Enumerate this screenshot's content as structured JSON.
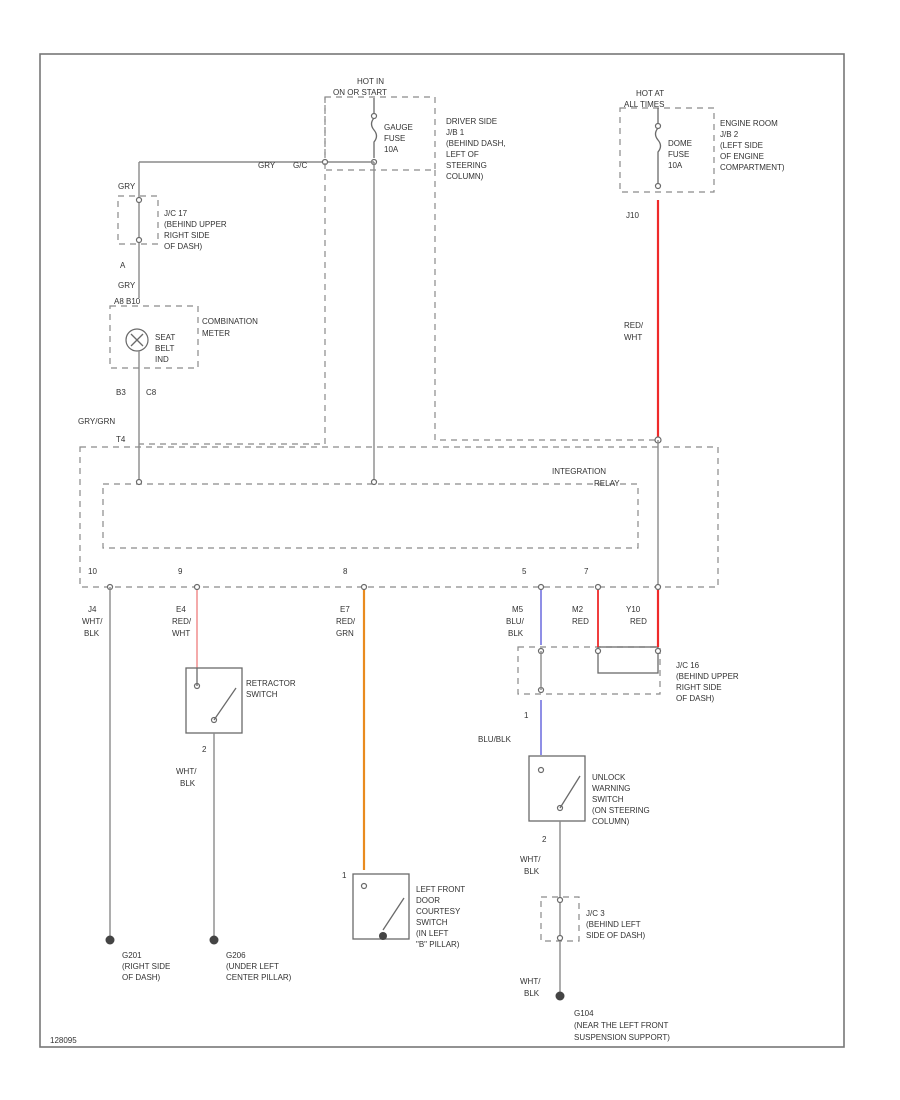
{
  "colors": {
    "wire_gray": "#8a8a8a",
    "wire_red": "#ef2a2a",
    "wire_red_pale": "#f3a0a0",
    "wire_orange": "#e98b1f",
    "wire_blue": "#8f8fe6",
    "component_stroke": "#6a6a6a",
    "ground_fill": "#444444"
  },
  "labels": {
    "hot_in_on": [
      "HOT IN",
      "ON OR START"
    ],
    "gauge_fuse": [
      "GAUGE",
      "FUSE",
      "10A"
    ],
    "driver_jb": [
      "DRIVER SIDE",
      "J/B 1",
      "(BEHIND DASH,",
      "LEFT OF",
      "STEERING",
      "COLUMN)"
    ],
    "gry_top": "GRY",
    "gry_top_c": "G/C",
    "gry_left": "GRY",
    "jc17": [
      "J/C 17",
      "(BEHIND UPPER",
      "RIGHT SIDE",
      "OF DASH)"
    ],
    "pin_a": "A",
    "gry_mid": "GRY",
    "combination_meter": [
      "COMBINATION",
      "METER"
    ],
    "meter_pins": "A8  B10",
    "seat_belt": [
      "SEAT",
      "BELT",
      "IND"
    ],
    "pins_b3_c8": [
      "B3",
      "C8"
    ],
    "gry_grn": "GRY/GRN",
    "pin_t4": "T4",
    "hot_at_all_times": [
      "HOT AT",
      "ALL TIMES"
    ],
    "dome_fuse": [
      "DOME",
      "FUSE",
      "10A"
    ],
    "engine_room_jb": [
      "ENGINE ROOM",
      "J/B 2",
      "(LEFT SIDE",
      "OF ENGINE",
      "COMPARTMENT)"
    ],
    "j10": "J10",
    "red_wht_top": [
      "RED/",
      "WHT"
    ],
    "integration_relay": [
      "INTEGRATION",
      "RELAY"
    ],
    "relay_pins": [
      "10",
      "9",
      "8",
      "5",
      "7"
    ],
    "wire_j4": [
      "J4",
      "WHT/",
      "BLK"
    ],
    "wire_e4": [
      "E4",
      "RED/",
      "WHT"
    ],
    "wire_e7": [
      "E7",
      "RED/",
      "GRN"
    ],
    "wire_m5": [
      "M5",
      "BLU/",
      "BLK"
    ],
    "wire_m2": [
      "M2",
      "RED"
    ],
    "wire_y10": [
      "Y10",
      "RED"
    ],
    "retractor_switch": [
      "RETRACTOR",
      "SWITCH"
    ],
    "retractor_bottom": [
      "2",
      "WHT/",
      "BLK"
    ],
    "jc16": [
      "J/C 16",
      "(BEHIND UPPER",
      "RIGHT SIDE",
      "OF DASH)"
    ],
    "blu_blk_mid": [
      "1",
      "BLU/BLK"
    ],
    "unlock_switch": [
      "UNLOCK",
      "WARNING",
      "SWITCH",
      "(ON STEERING",
      "COLUMN)"
    ],
    "unlock_bottom": [
      "2",
      "WHT/",
      "BLK"
    ],
    "door_switch_pin": "1",
    "door_switch": [
      "LEFT FRONT",
      "DOOR",
      "COURTESY",
      "SWITCH",
      "(IN LEFT",
      "\"B\" PILLAR)"
    ],
    "jc3": [
      "J/C 3",
      "(BEHIND LEFT",
      "SIDE OF DASH)"
    ],
    "wht_blk_bottom": [
      "WHT/",
      "BLK"
    ],
    "ground_g201": [
      "G201",
      "(RIGHT SIDE",
      "OF DASH)"
    ],
    "ground_g206": [
      "G206",
      "(UNDER LEFT",
      "CENTER PILLAR)"
    ],
    "ground_g104": [
      "G104",
      "(NEAR THE LEFT FRONT",
      "SUSPENSION SUPPORT)"
    ],
    "figure_id": "128095"
  }
}
